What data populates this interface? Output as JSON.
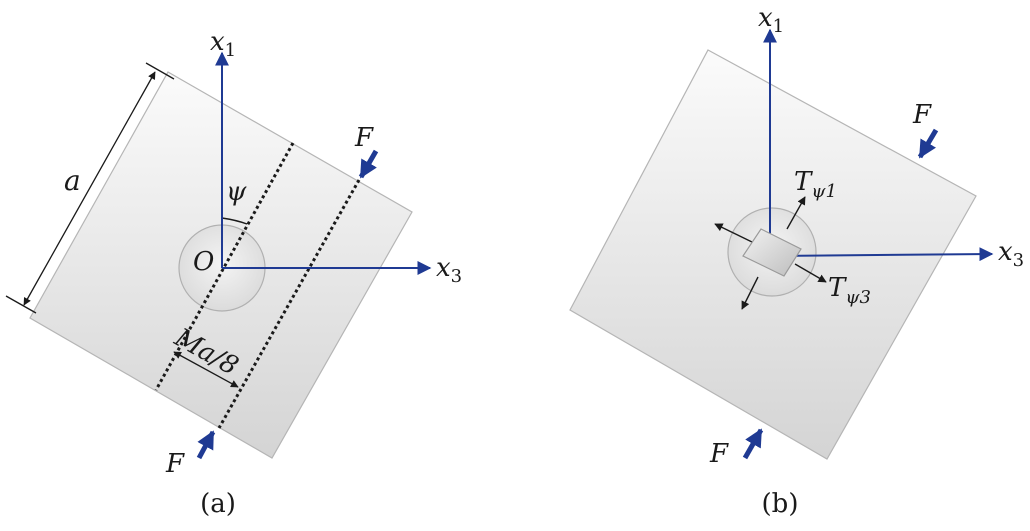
{
  "colors": {
    "axis": "#1f3a93",
    "force": "#1f3a93",
    "outline": "#b5b5b5",
    "plate_top": "#fbfbfb",
    "plate_bottom": "#d4d4d4",
    "ink": "#1a1a1a"
  },
  "panel_a": {
    "caption": "(a)",
    "axis_x1": {
      "base": "x",
      "sub": "1"
    },
    "axis_x3": {
      "base": "x",
      "sub": "3"
    },
    "origin_label": "O",
    "angle_label": "ψ",
    "side_label": "a",
    "width_label": "Ma/8",
    "force_top": "F",
    "force_bottom": "F"
  },
  "panel_b": {
    "caption": "(b)",
    "axis_x1": {
      "base": "x",
      "sub": "1"
    },
    "axis_x3": {
      "base": "x",
      "sub": "3"
    },
    "traction_1": {
      "base": "T",
      "sub": "ψ1"
    },
    "traction_3": {
      "base": "T",
      "sub": "ψ3"
    },
    "force_top": "F",
    "force_bottom": "F"
  }
}
